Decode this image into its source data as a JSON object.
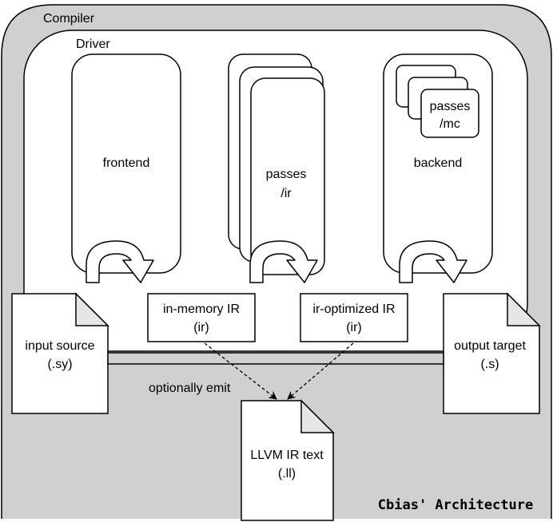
{
  "compiler": {
    "label": "Compiler"
  },
  "driver": {
    "label": "Driver"
  },
  "frontend": {
    "label": "frontend"
  },
  "passes_ir": {
    "line1": "passes",
    "line2": "/ir"
  },
  "backend": {
    "label": "backend"
  },
  "passes_mc": {
    "line1": "passes",
    "line2": "/mc"
  },
  "in_memory_ir": {
    "line1": "in-memory IR",
    "line2": "(ir)"
  },
  "ir_optimized_ir": {
    "line1": "ir-optimized IR",
    "line2": "(ir)"
  },
  "input_source": {
    "line1": "input source",
    "line2": "(.sy)"
  },
  "output_target": {
    "line1": "output target",
    "line2": "(.s)"
  },
  "emit_note": {
    "label": "optionally emit"
  },
  "llvm_ir_text": {
    "line1": "LLVM IR text",
    "line2": "(.ll)"
  },
  "signature": {
    "label": "Cbias' Architecture"
  },
  "colors": {
    "compiler_fill": "#d0d0d0",
    "stroke": "#000000",
    "box_fill": "#ffffff",
    "fold_fill": "#e6e6e6"
  }
}
